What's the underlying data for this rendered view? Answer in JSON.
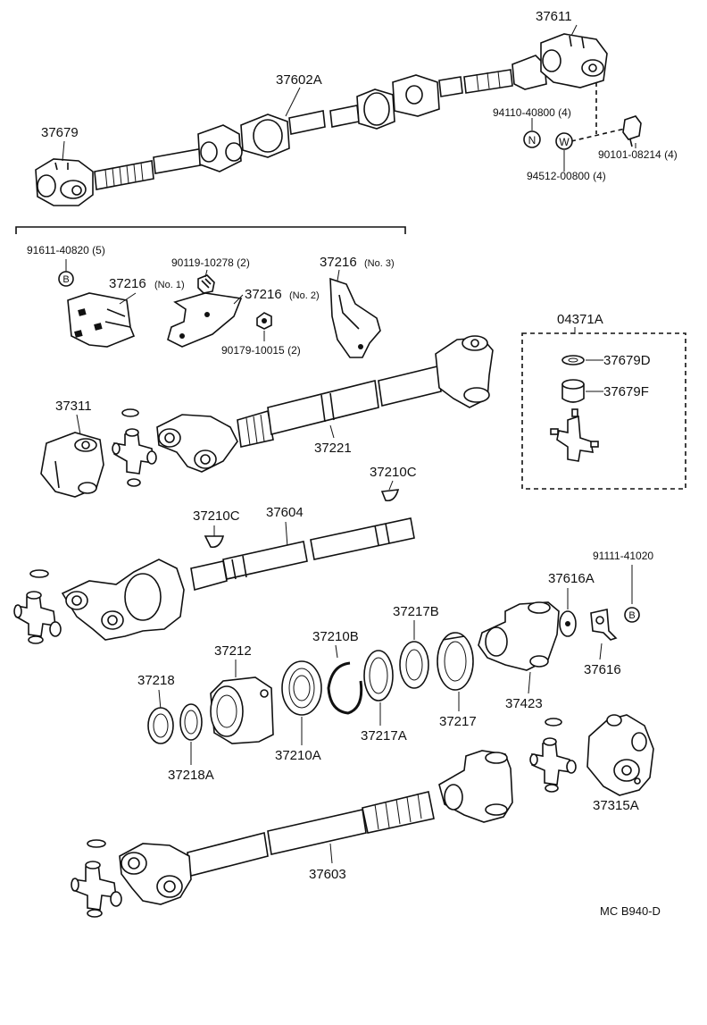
{
  "diagram": {
    "code": "MC  B940-D",
    "kit_label": "04371A",
    "labels": {
      "p37611": "37611",
      "p37602A": "37602A",
      "p37679": "37679",
      "p94110": "94110-40800 (4)",
      "p90101": "90101-08214 (4)",
      "p94512": "94512-00800 (4)",
      "p91611": "91611-40820 (5)",
      "p90119": "90119-10278 (2)",
      "p37216_n3": "37216",
      "p37216_n3_sub": "(No. 3)",
      "p37216_n1": "37216",
      "p37216_n1_sub": "(No. 1)",
      "p37216_n2": "37216",
      "p37216_n2_sub": "(No. 2)",
      "p90179": "90179-10015 (2)",
      "p37679D": "37679D",
      "p37679F": "37679F",
      "p37311": "37311",
      "p37221": "37221",
      "p37210C_a": "37210C",
      "p37210C_b": "37210C",
      "p37604": "37604",
      "p91111": "91111-41020",
      "p37616A": "37616A",
      "p37217B": "37217B",
      "p37212": "37212",
      "p37210B": "37210B",
      "p37218": "37218",
      "p37616": "37616",
      "p37423": "37423",
      "p37217": "37217",
      "p37217A": "37217A",
      "p37210A": "37210A",
      "p37218A": "37218A",
      "p37315A": "37315A",
      "p37603": "37603"
    },
    "callouts": {
      "n": "N",
      "w": "W",
      "b1": "B",
      "b2": "B"
    }
  }
}
